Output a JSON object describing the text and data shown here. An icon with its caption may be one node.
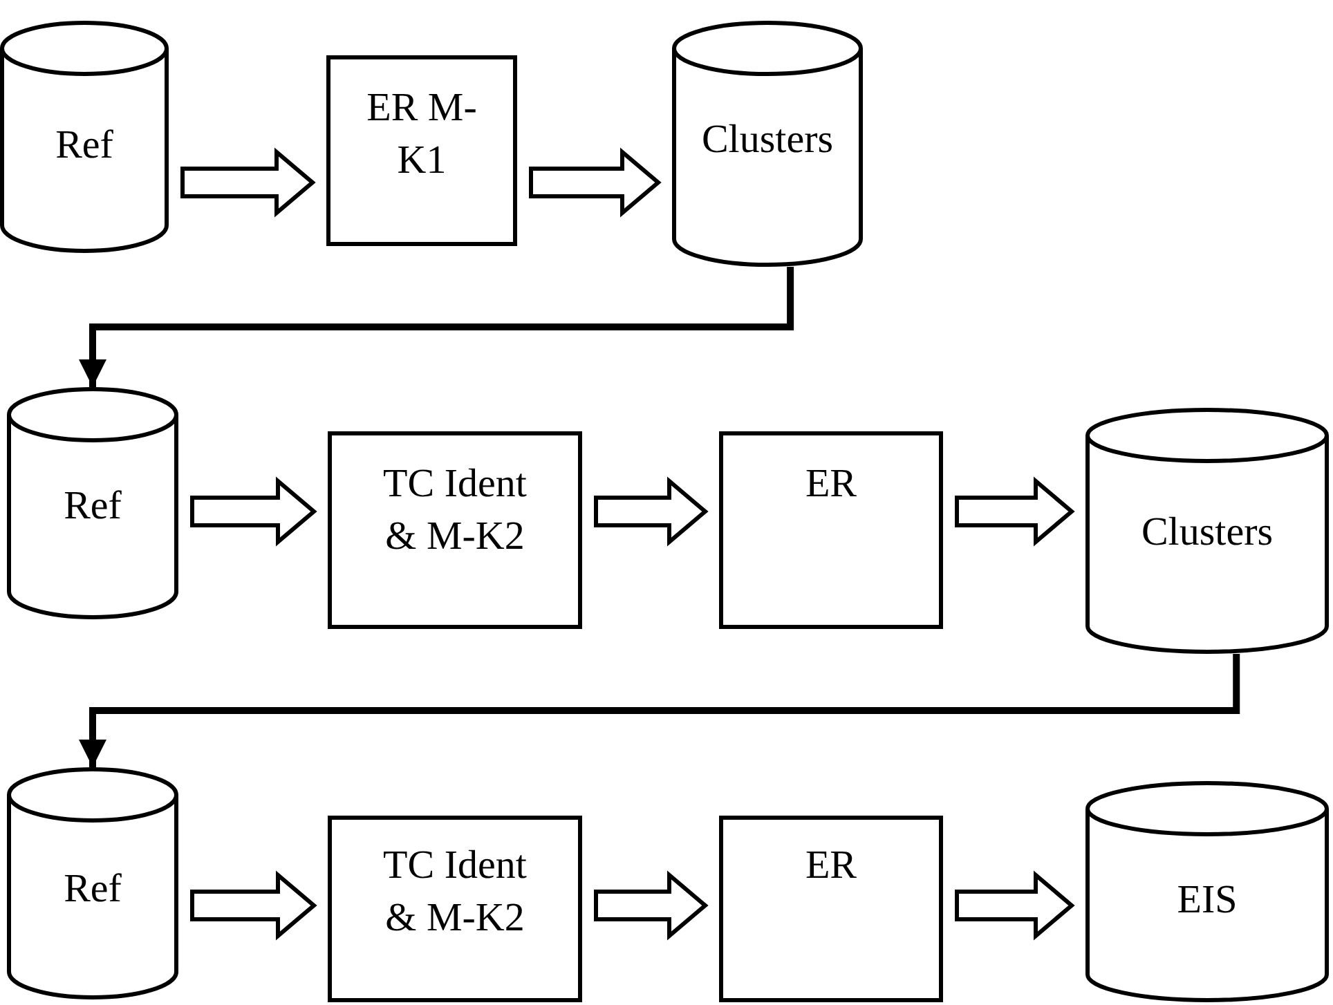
{
  "diagram": {
    "nodes": [
      {
        "text": [
          "Ref"
        ]
      },
      {
        "text": [
          "ER M-K1"
        ]
      },
      {
        "text": [
          "Clusters"
        ]
      },
      {
        "text": [
          "Ref"
        ]
      },
      {
        "text": [
          "TC Ident & M-K2"
        ]
      },
      {
        "text": [
          "ER"
        ]
      },
      {
        "text": [
          "Clusters"
        ]
      },
      {
        "text": [
          "Ref"
        ]
      },
      {
        "text": [
          "TC Ident & M-K2"
        ]
      },
      {
        "text": [
          "ER"
        ]
      },
      {
        "text": [
          "EIS"
        ]
      }
    ],
    "edges": [
      {
        "from": 0,
        "to": 1,
        "arrow": "to"
      },
      {
        "from": 1,
        "to": 2,
        "arrow": "to"
      },
      {
        "from": 2,
        "to": 3,
        "arrow": "to"
      },
      {
        "from": 3,
        "to": 4,
        "arrow": "to"
      },
      {
        "from": 4,
        "to": 5,
        "arrow": "to"
      },
      {
        "from": 5,
        "to": 6,
        "arrow": "to"
      },
      {
        "from": 6,
        "to": 7,
        "arrow": "to"
      },
      {
        "from": 7,
        "to": 8,
        "arrow": "to"
      },
      {
        "from": 8,
        "to": 9,
        "arrow": "to"
      },
      {
        "from": 9,
        "to": 10,
        "arrow": "to"
      }
    ]
  }
}
